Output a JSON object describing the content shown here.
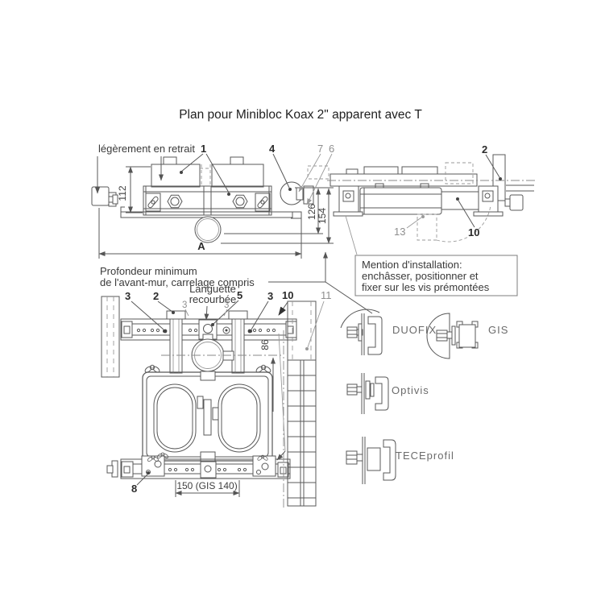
{
  "title": "Plan pour Minibloc Koax 2\" apparent avec T",
  "notes": {
    "recess": "légèrement en retrait",
    "depth1": "Profondeur minimum",
    "depth2": "de l'avant-mur, carrelage compris",
    "tongue1": "Languette",
    "tongue2": "recourbée",
    "mention1": "Mention d'installation:",
    "mention2": "enchâsser, positionner et",
    "mention3": "fixer sur les vis prémontées"
  },
  "dims": {
    "h112": "112",
    "h126": "126",
    "h154": "154",
    "a": "A",
    "h86": "86",
    "w150": "150 (GIS 140)"
  },
  "callouts": {
    "n1": "1",
    "n2": "2",
    "n3": "3",
    "n4": "4",
    "n5": "5",
    "n6": "6",
    "n7": "7",
    "n8": "8",
    "n10": "10",
    "n11": "11",
    "n13": "13"
  },
  "systems": {
    "duofix": "DUOFIX",
    "gis": "GIS",
    "optivis": "Optivis",
    "teceprofil": "TECEprofil"
  },
  "colors": {
    "line": "#585858",
    "line_light": "#9a9a9a",
    "text": "#2b2b2b",
    "text_light": "#8f8f8f"
  }
}
